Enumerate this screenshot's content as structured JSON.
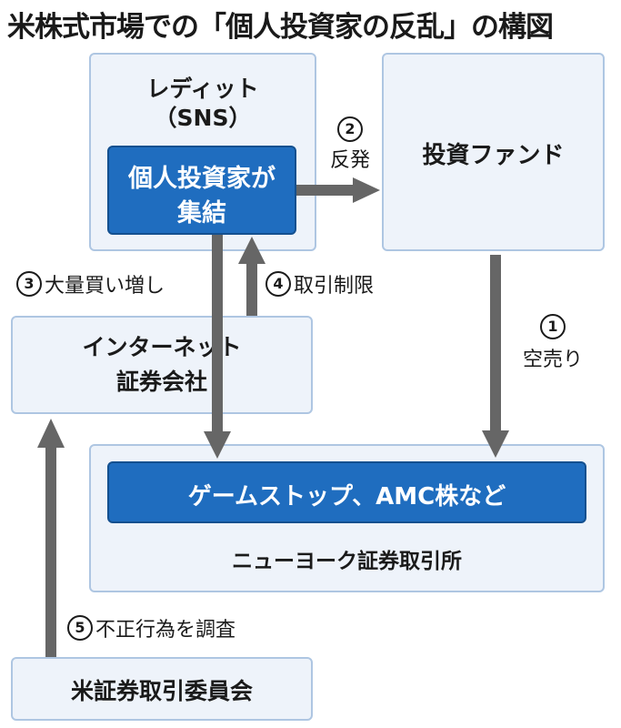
{
  "title": "米株式市場での「個人投資家の反乱」の構図",
  "nodes": {
    "reddit_line1": "レディット",
    "reddit_line2": "（SNS）",
    "investors_line1": "個人投資家が",
    "investors_line2": "集結",
    "fund": "投資ファンド",
    "broker_line1": "インターネット",
    "broker_line2": "証券会社",
    "stocks": "ゲームストップ、AMC株など",
    "nyse": "ニューヨーク証券取引所",
    "sec": "米証券取引委員会"
  },
  "edges": {
    "e1": {
      "num": "1",
      "label": "空売り"
    },
    "e2": {
      "num": "2",
      "label": "反発"
    },
    "e3": {
      "num": "3",
      "label": "大量買い増し"
    },
    "e4": {
      "num": "4",
      "label": "取引制限"
    },
    "e5": {
      "num": "5",
      "label": "不正行為を調査"
    }
  },
  "colors": {
    "box_fill": "#eef3fa",
    "box_border": "#aec6e2",
    "accent_blue": "#1f6dbf",
    "arrow_gray": "#666666"
  }
}
